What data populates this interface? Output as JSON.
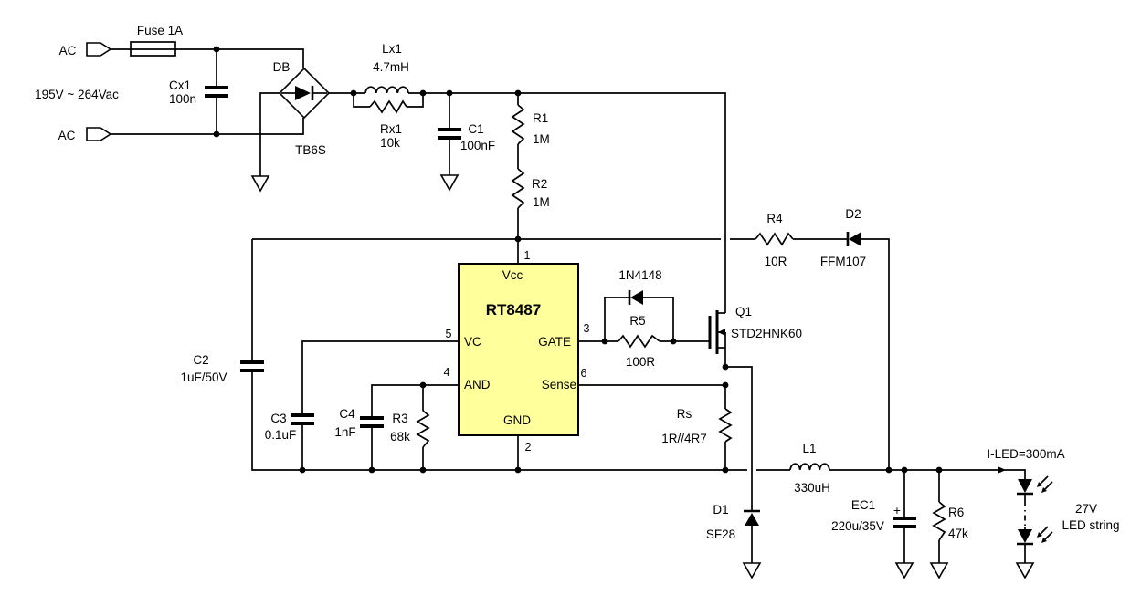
{
  "colors": {
    "line": "#000000",
    "background": "#ffffff",
    "ic_fill": "#FFFF9C"
  },
  "input": {
    "ac_top": "AC",
    "ac_bottom": "AC",
    "fuse": "Fuse 1A",
    "range": "195V ~ 264Vac"
  },
  "emi": {
    "cx1_ref": "Cx1",
    "cx1_val": "100n",
    "bridge_ref": "DB",
    "bridge_part": "TB6S",
    "lx1_ref": "Lx1",
    "lx1_val": "4.7mH",
    "rx1_ref": "Rx1",
    "rx1_val": "10k",
    "c1_ref": "C1",
    "c1_val": "100nF"
  },
  "startup": {
    "r1_ref": "R1",
    "r1_val": "1M",
    "r2_ref": "R2",
    "r2_val": "1M"
  },
  "ic": {
    "part": "RT8487",
    "pins": {
      "p1": {
        "num": "1",
        "name": "Vcc"
      },
      "p2": {
        "num": "2",
        "name": "GND"
      },
      "p3": {
        "num": "3",
        "name": "GATE"
      },
      "p4": {
        "num": "4",
        "name": "AND"
      },
      "p5": {
        "num": "5",
        "name": "VC"
      },
      "p6": {
        "num": "6",
        "name": "Sense"
      }
    }
  },
  "vcc_net": {
    "c2_ref": "C2",
    "c2_val": "1uF/50V",
    "c3_ref": "C3",
    "c3_val": "0.1uF",
    "c4_ref": "C4",
    "c4_val": "1nF",
    "r3_ref": "R3",
    "r3_val": "68k"
  },
  "gate_net": {
    "d_part": "1N4148",
    "r5_ref": "R5",
    "r5_val": "100R",
    "q1_ref": "Q1",
    "q1_part": "STD2HNK60"
  },
  "bootstrap": {
    "r4_ref": "R4",
    "r4_val": "10R",
    "d2_ref": "D2",
    "d2_part": "FFM107"
  },
  "power": {
    "rs_ref": "Rs",
    "rs_val": "1R//4R7",
    "d1_ref": "D1",
    "d1_part": "SF28",
    "l1_ref": "L1",
    "l1_val": "330uH",
    "ec1_ref": "EC1",
    "ec1_val": "220u/35V",
    "ec1_polarity": "+",
    "r6_ref": "R6",
    "r6_val": "47k"
  },
  "output": {
    "current": "I-LED=300mA",
    "voltage": "27V",
    "label": "LED string"
  }
}
